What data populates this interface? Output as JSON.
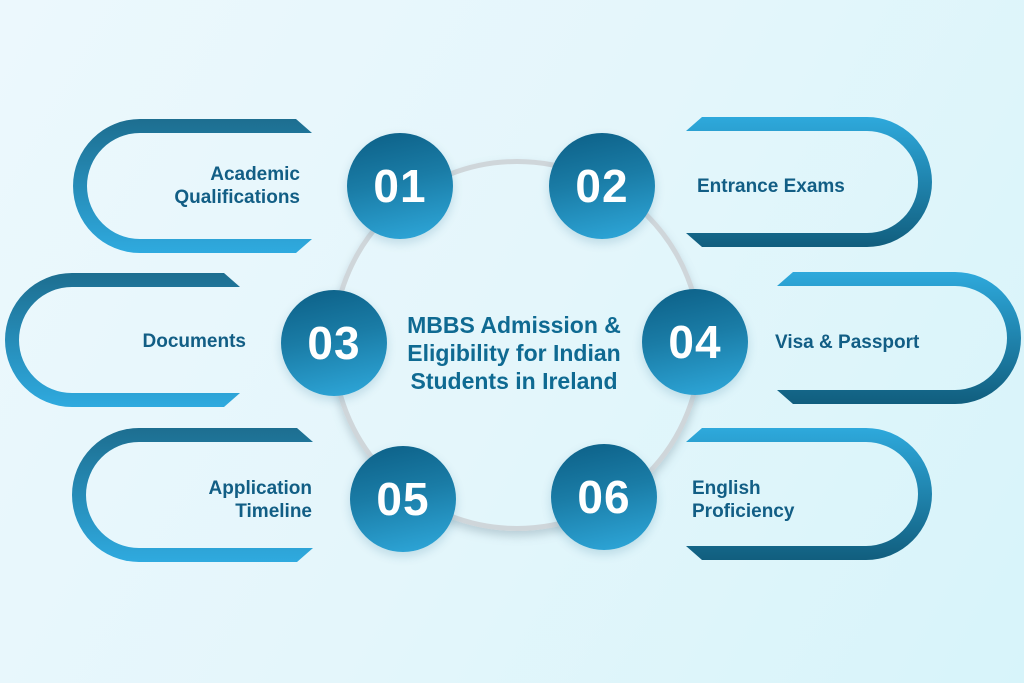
{
  "title": "MBBS Admission &\nEligibility for Indian\nStudents in Ireland",
  "items": [
    {
      "number": "01",
      "label": "Academic\nQualifications",
      "side": "left"
    },
    {
      "number": "02",
      "label": "Entrance Exams",
      "side": "right"
    },
    {
      "number": "03",
      "label": "Documents",
      "side": "left"
    },
    {
      "number": "04",
      "label": "Visa & Passport",
      "side": "right"
    },
    {
      "number": "05",
      "label": "Application\nTimeline",
      "side": "left"
    },
    {
      "number": "06",
      "label": "English\nProficiency",
      "side": "right"
    }
  ],
  "colors": {
    "accent-dark": "#0c5f86",
    "accent-light": "#2fa9dc",
    "capsule-dark": "#135e7e",
    "capsule-light": "#2ea9dc",
    "title-color": "#0f6a92",
    "label-color": "#125e85",
    "number-color": "#ffffff",
    "ring-color": "#cfd6da",
    "background-start": "#ecf8fd",
    "background-end": "#d7f4fa"
  }
}
